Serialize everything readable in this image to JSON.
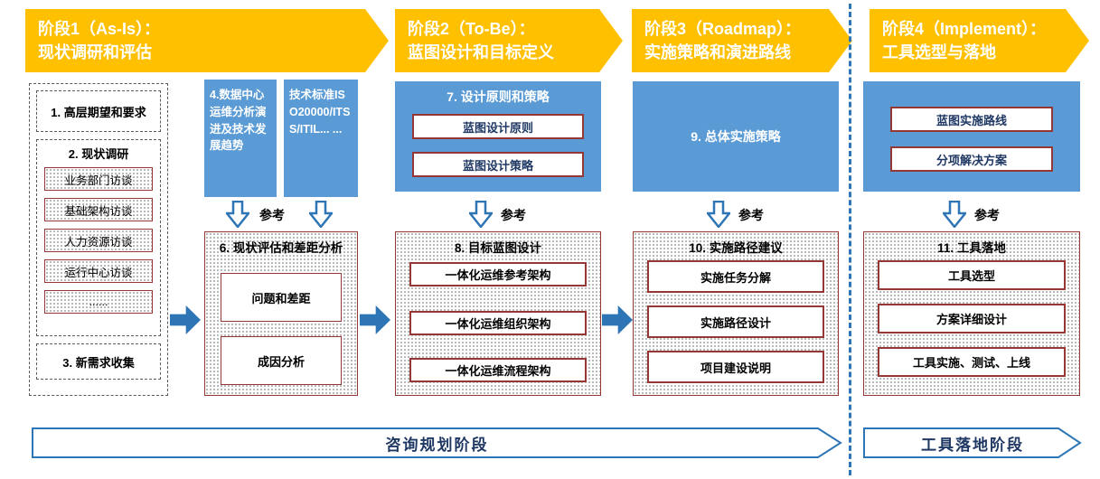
{
  "phases": [
    {
      "line1": "阶段1（As-Is）：",
      "line2": "现状调研和评估"
    },
    {
      "line1": "阶段2（To-Be）：",
      "line2": "蓝图设计和目标定义"
    },
    {
      "line1": "阶段3（Roadmap）：",
      "line2": "实施策略和演进路线"
    },
    {
      "line1": "阶段4（Implement）：",
      "line2": "工具选型与落地"
    }
  ],
  "asis": {
    "expectations": "1. 高层期望和要求",
    "survey_title": "2. 现状调研",
    "survey_items": [
      "业务部门访谈",
      "基础架构访谈",
      "人力资源访谈",
      "运行中心访谈",
      "......"
    ],
    "new_requirements": "3. 新需求收集"
  },
  "assessment": {
    "ref_left": "4.数据中心运维分析演进及技术发展趋势",
    "ref_right": "技术标准ISO20000/ITSS/ITIL... ...",
    "ref_label": "参考",
    "title": "6. 现状评估和差距分析",
    "items": [
      "问题和差距",
      "成因分析"
    ]
  },
  "tobe": {
    "principles_title": "7. 设计原则和策略",
    "principles_items": [
      "蓝图设计原则",
      "蓝图设计策略"
    ],
    "ref_label": "参考",
    "blueprint_title": "8. 目标蓝图设计",
    "blueprint_items": [
      "一体化运维参考架构",
      "一体化运维组织架构",
      "一体化运维流程架构"
    ]
  },
  "roadmap": {
    "strategy": "9. 总体实施策略",
    "ref_label": "参考",
    "path_title": "10. 实施路径建议",
    "path_items": [
      "实施任务分解",
      "实施路径设计",
      "项目建设说明"
    ]
  },
  "implement": {
    "top_items": [
      "蓝图实施路线",
      "分项解决方案"
    ],
    "ref_label": "参考",
    "landing_title": "11. 工具落地",
    "landing_items": [
      "工具选型",
      "方案详细设计",
      "工具实施、测试、上线"
    ]
  },
  "footer": {
    "consulting": "咨询规划阶段",
    "landing": "工具落地阶段"
  },
  "colors": {
    "phase_banner": "#FFC000",
    "header_blue": "#5B9BD5",
    "arrow_blue": "#2E75B6",
    "box_border_red": "#953735",
    "divider_blue": "#2E75B6"
  }
}
